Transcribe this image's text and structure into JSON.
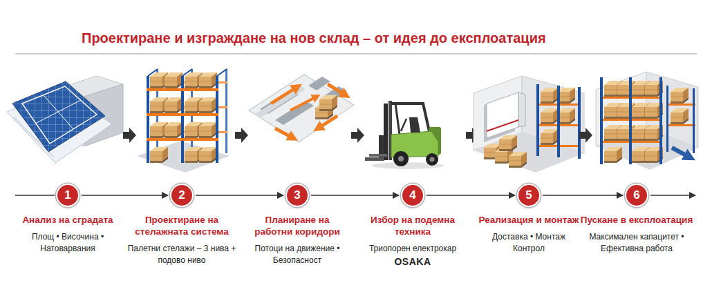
{
  "diagram": {
    "title": "Проектиране и изграждане на нов склад – от идея до експлоатация",
    "nodes": [
      {
        "text": [
          "1",
          "Анализ на сградата",
          "Площ • Височина • Натоварвания"
        ]
      },
      {
        "text": [
          "2",
          "Проектиране на стелажната система",
          "Палетни стелажи – 3 нива + подово ниво"
        ]
      },
      {
        "text": [
          "3",
          "Планиране на работни коридори",
          "Потоци на движение • Безопасност"
        ]
      },
      {
        "text": [
          "4",
          "Избор на подемна техника",
          "Триопорен електрокар",
          "OSAKA"
        ]
      },
      {
        "text": [
          "5",
          "Реализация и монтаж",
          "Доставка • Монтаж Контрол"
        ]
      },
      {
        "text": [
          "6",
          "Пускане в експлоатация",
          "Максимален капацитет • Ефективна работа"
        ]
      }
    ],
    "edges": [
      {
        "from": 0,
        "to": 1,
        "arrow": "to"
      },
      {
        "from": 1,
        "to": 2,
        "arrow": "to"
      },
      {
        "from": 2,
        "to": 3,
        "arrow": "to"
      },
      {
        "from": 3,
        "to": 4,
        "arrow": "to"
      },
      {
        "from": 4,
        "to": 5,
        "arrow": "to"
      }
    ]
  }
}
